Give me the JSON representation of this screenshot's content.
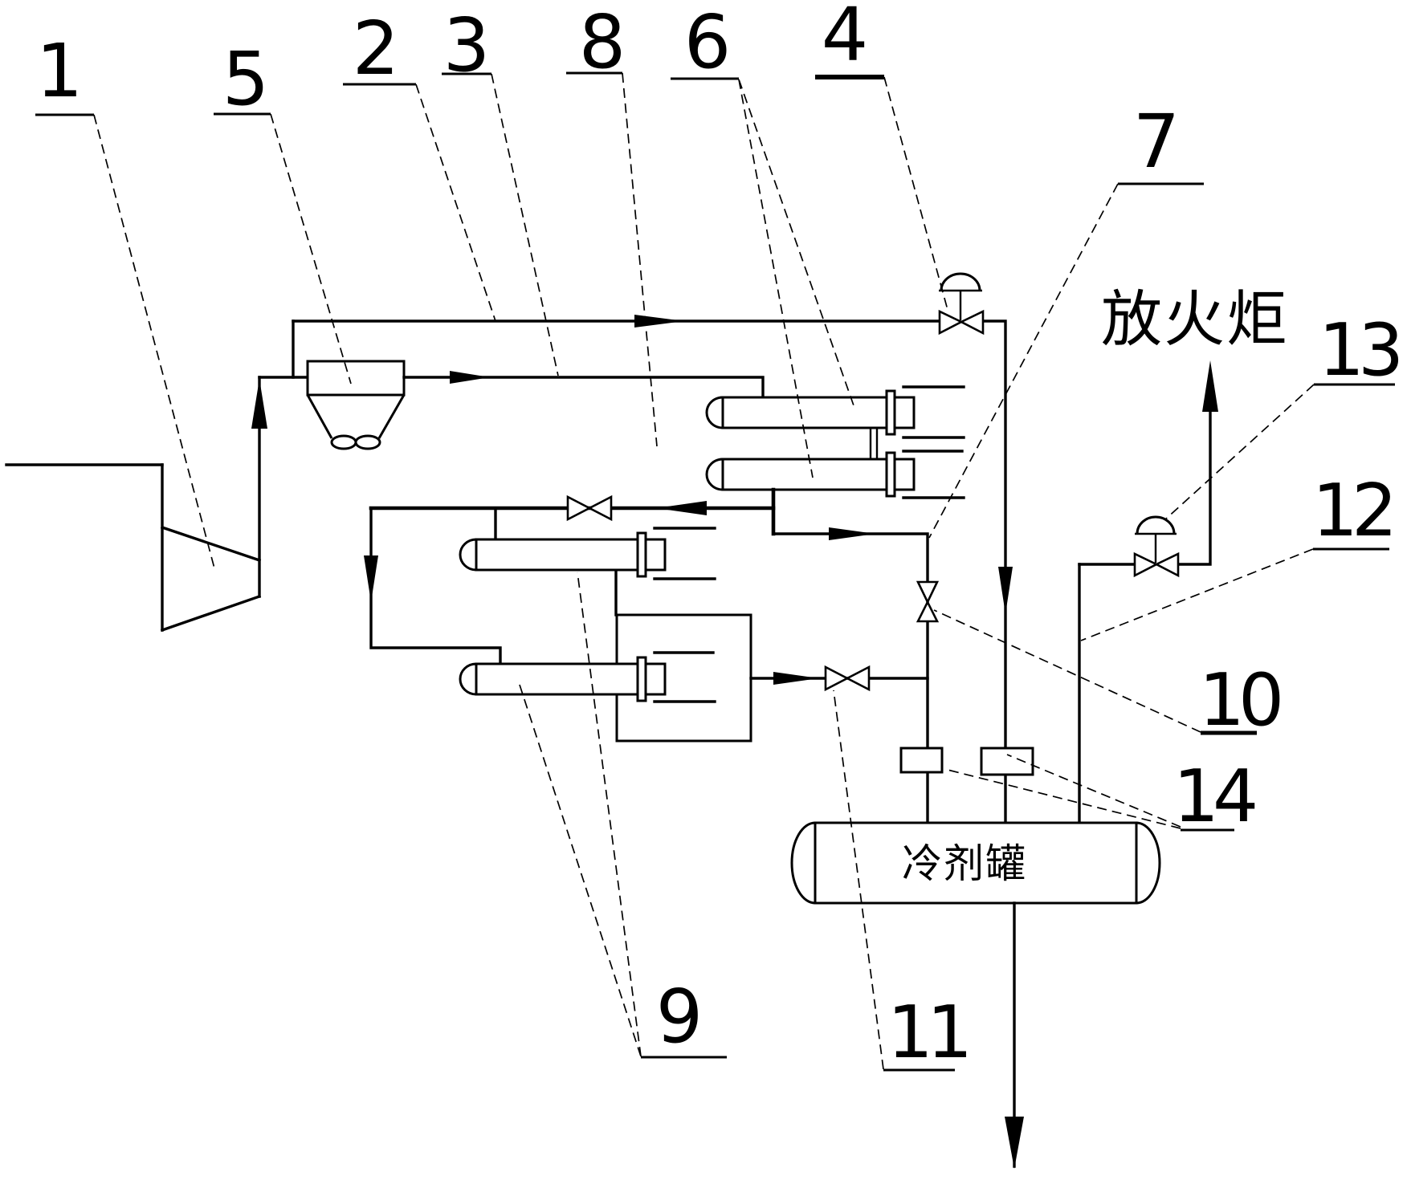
{
  "page": {
    "background": "#ffffff",
    "line_color": "#000000",
    "type": "patent-process-flow-diagram"
  },
  "callouts": {
    "c1": {
      "text": "1"
    },
    "c2": {
      "text": "2"
    },
    "c3": {
      "text": "3"
    },
    "c4": {
      "text": "4"
    },
    "c5": {
      "text": "5"
    },
    "c6": {
      "text": "6"
    },
    "c7": {
      "text": "7"
    },
    "c8": {
      "text": "8"
    },
    "c9": {
      "text": "9"
    },
    "c10": {
      "text": "10"
    },
    "c11": {
      "text": "11"
    },
    "c12": {
      "text": "12"
    },
    "c13": {
      "text": "13"
    },
    "c14": {
      "text": "14"
    }
  },
  "annotations": {
    "flare": {
      "text": "放火炬"
    },
    "tank": {
      "text": "冷剂罐"
    }
  }
}
